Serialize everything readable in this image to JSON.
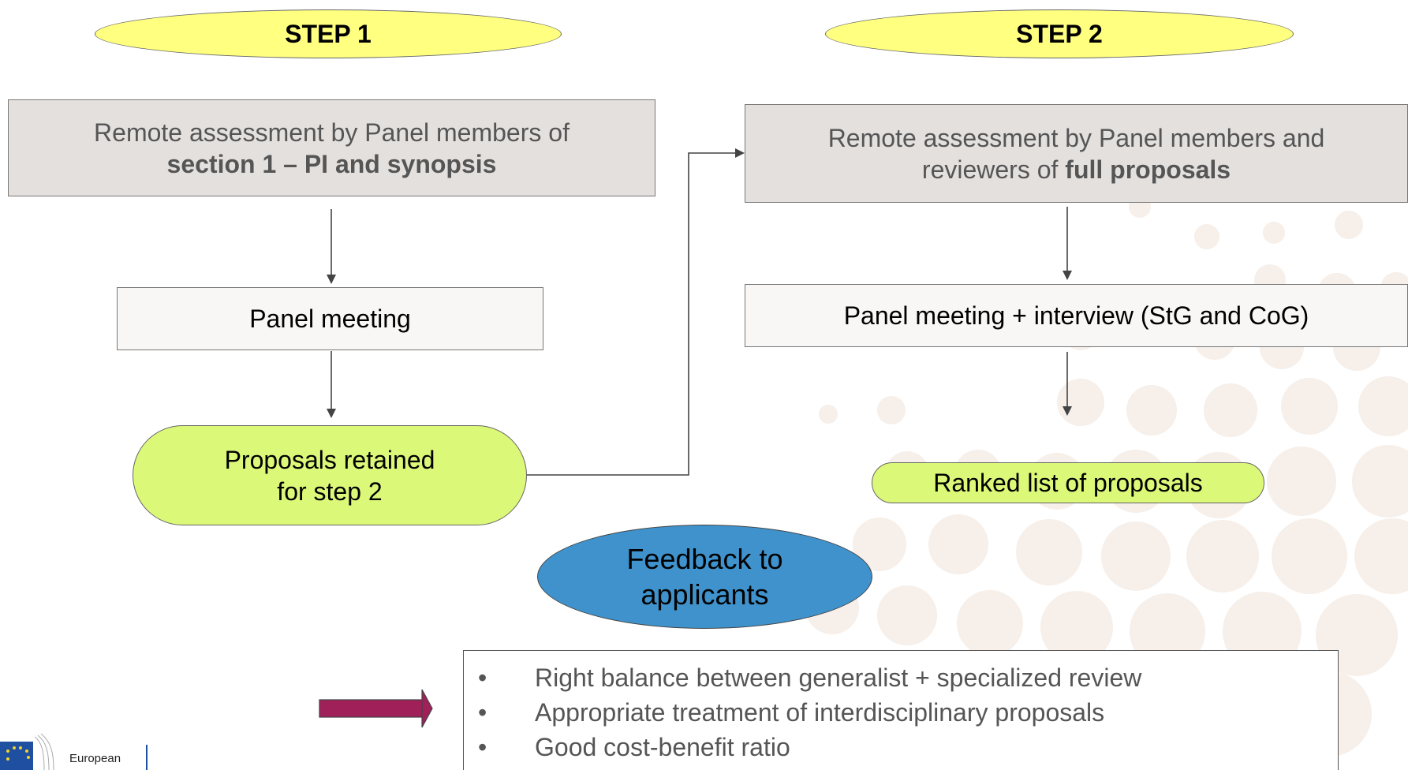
{
  "step1": {
    "label": "STEP 1"
  },
  "step2": {
    "label": "STEP 2"
  },
  "left": {
    "remote_line1": "Remote assessment by Panel members of",
    "remote_line2": "section 1 – PI and synopsis",
    "panel_meeting": "Panel meeting",
    "retained_line1": "Proposals retained",
    "retained_line2": "for step 2"
  },
  "right": {
    "remote_line1": "Remote assessment by Panel members and",
    "remote_prefix": "reviewers of ",
    "remote_bold": "full proposals",
    "panel_meeting": "Panel meeting + interview (StG and CoG)",
    "ranked": "Ranked list of proposals"
  },
  "feedback": {
    "line1": "Feedback to",
    "line2": "applicants"
  },
  "benefits": {
    "items": [
      "Right balance between generalist + specialized review",
      "Appropriate treatment of interdisciplinary proposals",
      "Good cost-benefit ratio"
    ]
  },
  "logo": {
    "text": "European"
  },
  "colors": {
    "step_fill": "#ffff80",
    "grey_box": "#e4e0de",
    "green_pill": "#dcf879",
    "feedback_blue": "#3f92cc",
    "arrow_magenta": "#a0205a",
    "dot_color": "#f4ebe6"
  }
}
